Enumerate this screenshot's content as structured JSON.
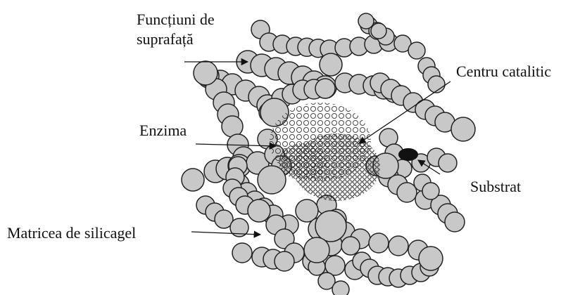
{
  "labels": {
    "surface_functions_line1": "Funcțiuni de",
    "surface_functions_line2": "suprafață",
    "catalytic_center": "Centru catalitic",
    "enzyme": "Enzima",
    "substrate": "Substrat",
    "silica_matrix": "Matricea de silicagel"
  },
  "colors": {
    "bead_fill": "#c8c8c8",
    "bead_stroke": "#222222",
    "enzyme_mesh": "#333333",
    "substrate": "#111111",
    "text": "#111111"
  }
}
